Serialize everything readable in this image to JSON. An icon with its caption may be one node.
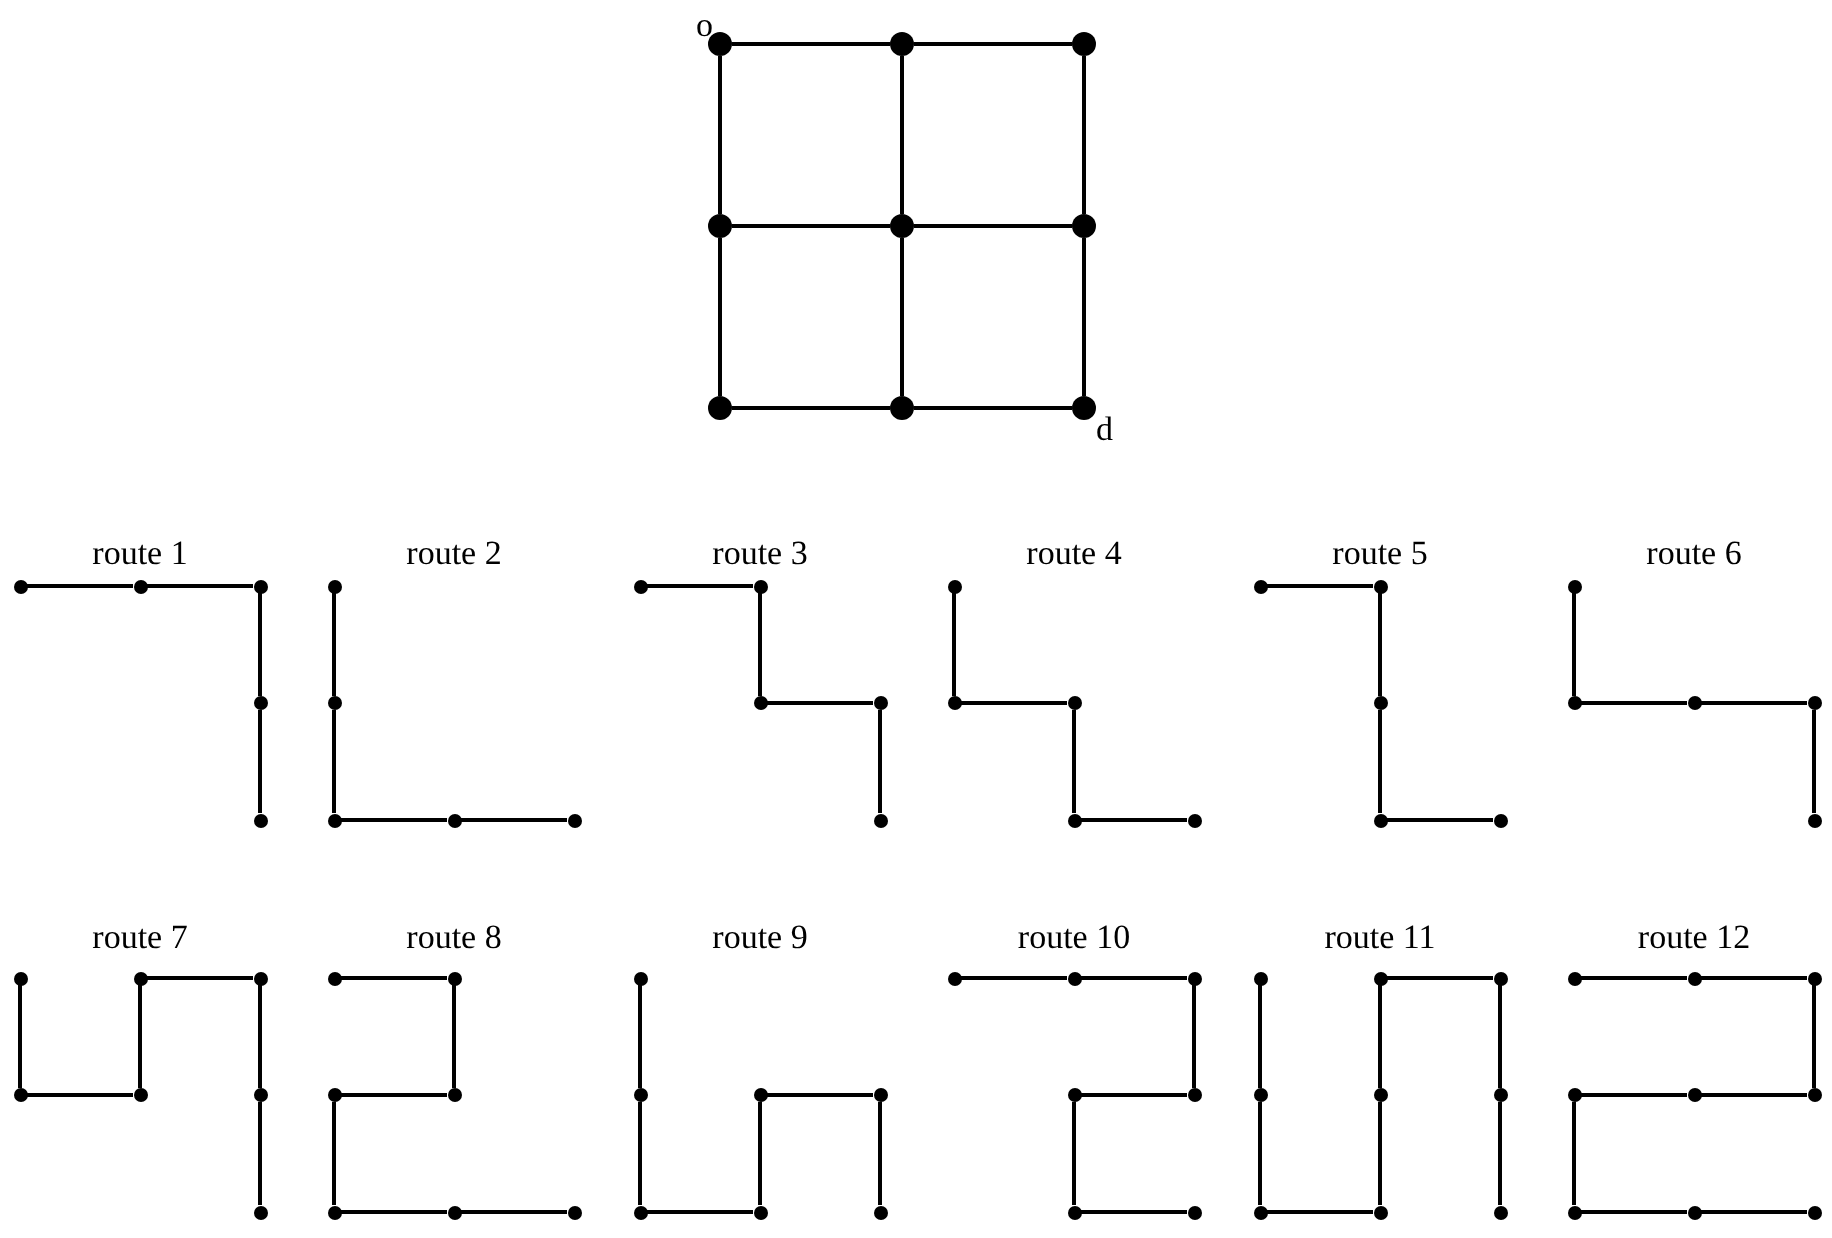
{
  "diagram": {
    "nodes": [
      {
        "text": [],
        "shape": "circle",
        "beside": [
          "o"
        ]
      },
      {
        "text": [],
        "shape": "circle"
      },
      {
        "text": [],
        "shape": "circle"
      },
      {
        "text": [],
        "shape": "circle"
      },
      {
        "text": [],
        "shape": "circle"
      },
      {
        "text": [],
        "shape": "circle"
      },
      {
        "text": [],
        "shape": "circle"
      },
      {
        "text": [],
        "shape": "circle"
      },
      {
        "text": [],
        "shape": "circle",
        "beside": [
          "d"
        ]
      },
      {
        "text": [],
        "shape": "circle"
      },
      {
        "text": [],
        "shape": "circle"
      },
      {
        "text": [],
        "shape": "circle"
      },
      {
        "text": [],
        "shape": "circle"
      },
      {
        "text": [],
        "shape": "circle"
      },
      {
        "text": [],
        "shape": "circle"
      },
      {
        "text": [],
        "shape": "circle"
      },
      {
        "text": [],
        "shape": "circle"
      },
      {
        "text": [],
        "shape": "circle"
      },
      {
        "text": [],
        "shape": "circle"
      },
      {
        "text": [],
        "shape": "circle"
      },
      {
        "text": [],
        "shape": "circle"
      },
      {
        "text": [],
        "shape": "circle"
      },
      {
        "text": [],
        "shape": "circle"
      },
      {
        "text": [],
        "shape": "circle"
      },
      {
        "text": [],
        "shape": "circle"
      },
      {
        "text": [],
        "shape": "circle"
      },
      {
        "text": [],
        "shape": "circle"
      },
      {
        "text": [],
        "shape": "circle"
      },
      {
        "text": [],
        "shape": "circle"
      },
      {
        "text": [],
        "shape": "circle"
      },
      {
        "text": [],
        "shape": "circle"
      },
      {
        "text": [],
        "shape": "circle"
      },
      {
        "text": [],
        "shape": "circle"
      },
      {
        "text": [],
        "shape": "circle"
      },
      {
        "text": [],
        "shape": "circle"
      },
      {
        "text": [],
        "shape": "circle"
      },
      {
        "text": [],
        "shape": "circle"
      },
      {
        "text": [],
        "shape": "circle"
      },
      {
        "text": [],
        "shape": "circle"
      },
      {
        "text": [],
        "shape": "circle"
      },
      {
        "text": [],
        "shape": "circle"
      },
      {
        "text": [],
        "shape": "circle"
      },
      {
        "text": [],
        "shape": "circle"
      },
      {
        "text": [],
        "shape": "circle"
      },
      {
        "text": [],
        "shape": "circle"
      },
      {
        "text": [],
        "shape": "circle"
      },
      {
        "text": [],
        "shape": "circle"
      },
      {
        "text": [],
        "shape": "circle"
      },
      {
        "text": [],
        "shape": "circle"
      },
      {
        "text": [],
        "shape": "circle"
      },
      {
        "text": [],
        "shape": "circle"
      },
      {
        "text": [],
        "shape": "circle"
      },
      {
        "text": [],
        "shape": "circle"
      },
      {
        "text": [],
        "shape": "circle"
      },
      {
        "text": [],
        "shape": "circle"
      },
      {
        "text": [],
        "shape": "circle"
      },
      {
        "text": [],
        "shape": "circle"
      },
      {
        "text": [],
        "shape": "circle"
      },
      {
        "text": [],
        "shape": "circle"
      },
      {
        "text": [],
        "shape": "circle"
      },
      {
        "text": [],
        "shape": "circle"
      },
      {
        "text": [],
        "shape": "circle"
      },
      {
        "text": [],
        "shape": "circle"
      },
      {
        "text": [],
        "shape": "circle"
      },
      {
        "text": [],
        "shape": "circle"
      },
      {
        "text": [],
        "shape": "circle"
      },
      {
        "text": [],
        "shape": "circle"
      },
      {
        "text": [],
        "shape": "circle"
      },
      {
        "text": [],
        "shape": "circle"
      },
      {
        "text": [],
        "shape": "circle"
      },
      {
        "text": [],
        "shape": "circle"
      },
      {
        "text": [],
        "shape": "circle"
      },
      {
        "text": [],
        "shape": "circle"
      },
      {
        "text": [],
        "shape": "circle"
      },
      {
        "text": [],
        "shape": "circle"
      },
      {
        "text": [],
        "shape": "circle"
      },
      {
        "text": [],
        "shape": "circle"
      },
      {
        "text": [],
        "shape": "circle"
      },
      {
        "text": [],
        "shape": "circle"
      },
      {
        "text": [],
        "shape": "circle"
      },
      {
        "text": [],
        "shape": "circle"
      },
      {
        "text": [],
        "shape": "circle"
      },
      {
        "text": [],
        "shape": "circle"
      },
      {
        "text": [],
        "shape": "circle"
      },
      {
        "text": [],
        "shape": "circle"
      }
    ],
    "edges": [
      {
        "from": 0,
        "to": 1,
        "arrow": "none"
      },
      {
        "from": 1,
        "to": 2,
        "arrow": "none"
      },
      {
        "from": 0,
        "to": 3,
        "arrow": "none"
      },
      {
        "from": 1,
        "to": 4,
        "arrow": "none"
      },
      {
        "from": 2,
        "to": 5,
        "arrow": "none"
      },
      {
        "from": 3,
        "to": 4,
        "arrow": "none"
      },
      {
        "from": 4,
        "to": 5,
        "arrow": "none"
      },
      {
        "from": 3,
        "to": 6,
        "arrow": "none"
      },
      {
        "from": 4,
        "to": 7,
        "arrow": "none"
      },
      {
        "from": 5,
        "to": 8,
        "arrow": "none"
      },
      {
        "from": 6,
        "to": 7,
        "arrow": "none"
      },
      {
        "from": 7,
        "to": 8,
        "arrow": "none"
      },
      {
        "from": 9,
        "to": 10,
        "arrow": "none"
      },
      {
        "from": 10,
        "to": 11,
        "arrow": "none"
      },
      {
        "from": 11,
        "to": 12,
        "arrow": "none"
      },
      {
        "from": 12,
        "to": 13,
        "arrow": "none"
      },
      {
        "from": 14,
        "to": 15,
        "arrow": "none"
      },
      {
        "from": 15,
        "to": 16,
        "arrow": "none"
      },
      {
        "from": 16,
        "to": 17,
        "arrow": "none"
      },
      {
        "from": 17,
        "to": 18,
        "arrow": "none"
      },
      {
        "from": 19,
        "to": 20,
        "arrow": "none"
      },
      {
        "from": 20,
        "to": 21,
        "arrow": "none"
      },
      {
        "from": 21,
        "to": 22,
        "arrow": "none"
      },
      {
        "from": 22,
        "to": 23,
        "arrow": "none"
      },
      {
        "from": 24,
        "to": 25,
        "arrow": "none"
      },
      {
        "from": 25,
        "to": 26,
        "arrow": "none"
      },
      {
        "from": 26,
        "to": 27,
        "arrow": "none"
      },
      {
        "from": 27,
        "to": 28,
        "arrow": "none"
      },
      {
        "from": 29,
        "to": 30,
        "arrow": "none"
      },
      {
        "from": 30,
        "to": 31,
        "arrow": "none"
      },
      {
        "from": 31,
        "to": 32,
        "arrow": "none"
      },
      {
        "from": 32,
        "to": 33,
        "arrow": "none"
      },
      {
        "from": 34,
        "to": 35,
        "arrow": "none"
      },
      {
        "from": 35,
        "to": 36,
        "arrow": "none"
      },
      {
        "from": 36,
        "to": 37,
        "arrow": "none"
      },
      {
        "from": 37,
        "to": 38,
        "arrow": "none"
      },
      {
        "from": 39,
        "to": 40,
        "arrow": "none"
      },
      {
        "from": 40,
        "to": 41,
        "arrow": "none"
      },
      {
        "from": 41,
        "to": 42,
        "arrow": "none"
      },
      {
        "from": 42,
        "to": 43,
        "arrow": "none"
      },
      {
        "from": 43,
        "to": 44,
        "arrow": "none"
      },
      {
        "from": 44,
        "to": 45,
        "arrow": "none"
      },
      {
        "from": 46,
        "to": 47,
        "arrow": "none"
      },
      {
        "from": 47,
        "to": 48,
        "arrow": "none"
      },
      {
        "from": 48,
        "to": 49,
        "arrow": "none"
      },
      {
        "from": 49,
        "to": 50,
        "arrow": "none"
      },
      {
        "from": 50,
        "to": 51,
        "arrow": "none"
      },
      {
        "from": 51,
        "to": 52,
        "arrow": "none"
      },
      {
        "from": 53,
        "to": 54,
        "arrow": "none"
      },
      {
        "from": 54,
        "to": 55,
        "arrow": "none"
      },
      {
        "from": 55,
        "to": 56,
        "arrow": "none"
      },
      {
        "from": 56,
        "to": 57,
        "arrow": "none"
      },
      {
        "from": 57,
        "to": 58,
        "arrow": "none"
      },
      {
        "from": 58,
        "to": 59,
        "arrow": "none"
      },
      {
        "from": 60,
        "to": 61,
        "arrow": "none"
      },
      {
        "from": 61,
        "to": 62,
        "arrow": "none"
      },
      {
        "from": 62,
        "to": 63,
        "arrow": "none"
      },
      {
        "from": 63,
        "to": 64,
        "arrow": "none"
      },
      {
        "from": 64,
        "to": 65,
        "arrow": "none"
      },
      {
        "from": 65,
        "to": 66,
        "arrow": "none"
      },
      {
        "from": 67,
        "to": 68,
        "arrow": "none"
      },
      {
        "from": 68,
        "to": 69,
        "arrow": "none"
      },
      {
        "from": 69,
        "to": 70,
        "arrow": "none"
      },
      {
        "from": 70,
        "to": 71,
        "arrow": "none"
      },
      {
        "from": 71,
        "to": 72,
        "arrow": "none"
      },
      {
        "from": 72,
        "to": 73,
        "arrow": "none"
      },
      {
        "from": 73,
        "to": 74,
        "arrow": "none"
      },
      {
        "from": 74,
        "to": 75,
        "arrow": "none"
      },
      {
        "from": 76,
        "to": 77,
        "arrow": "none"
      },
      {
        "from": 77,
        "to": 78,
        "arrow": "none"
      },
      {
        "from": 78,
        "to": 79,
        "arrow": "none"
      },
      {
        "from": 79,
        "to": 80,
        "arrow": "none"
      },
      {
        "from": 80,
        "to": 81,
        "arrow": "none"
      },
      {
        "from": 81,
        "to": 82,
        "arrow": "none"
      },
      {
        "from": 82,
        "to": 83,
        "arrow": "none"
      },
      {
        "from": 83,
        "to": 84,
        "arrow": "none"
      }
    ],
    "labels": [
      "route 1",
      "route 2",
      "route 3",
      "route 4",
      "route 5",
      "route 6",
      "route 7",
      "route 8",
      "route 9",
      "route 10",
      "route 11",
      "route 12"
    ]
  }
}
